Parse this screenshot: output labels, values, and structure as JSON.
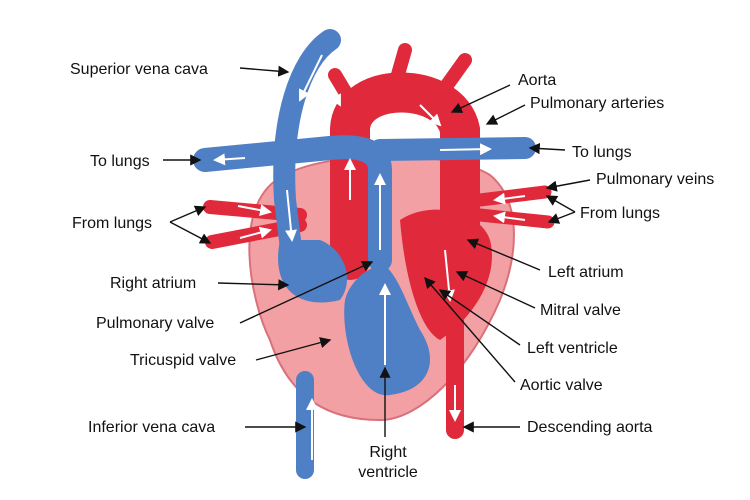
{
  "labels": {
    "superior_vena_cava": "Superior vena cava",
    "aorta": "Aorta",
    "pulmonary_arteries": "Pulmonary arteries",
    "to_lungs_left": "To lungs",
    "to_lungs_right": "To lungs",
    "pulmonary_veins": "Pulmonary veins",
    "from_lungs_left": "From lungs",
    "from_lungs_right": "From lungs",
    "right_atrium": "Right atrium",
    "left_atrium": "Left atrium",
    "pulmonary_valve": "Pulmonary valve",
    "mitral_valve": "Mitral valve",
    "tricuspid_valve": "Tricuspid valve",
    "left_ventricle": "Left ventricle",
    "aortic_valve": "Aortic valve",
    "inferior_vena_cava": "Inferior vena cava",
    "descending_aorta": "Descending aorta",
    "right_ventricle_1": "Right",
    "right_ventricle_2": "ventricle"
  },
  "colors": {
    "deoxygenated": "#4f7fc4",
    "oxygenated": "#e0293a",
    "heart_muscle": "#f2a0a4",
    "label_text": "#111111"
  }
}
